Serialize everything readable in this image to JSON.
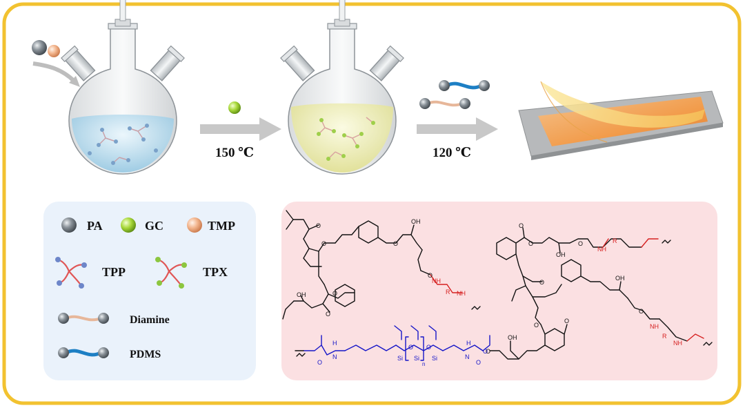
{
  "steps": [
    {
      "temperature": "150 ℃"
    },
    {
      "temperature": "120 ℃"
    }
  ],
  "legend": {
    "items": [
      {
        "label": "PA",
        "icon": "gray-sphere"
      },
      {
        "label": "GC",
        "icon": "green-sphere"
      },
      {
        "label": "TMP",
        "icon": "peach-sphere"
      },
      {
        "label": "TPP",
        "icon": "red-branched-molecule"
      },
      {
        "label": "TPX",
        "icon": "green-branched-molecule"
      },
      {
        "label": "Diamine",
        "icon": "peach-rod-dumbbell"
      },
      {
        "label": "PDMS",
        "icon": "blue-rod-dumbbell"
      }
    ]
  },
  "structure": {
    "atoms": {
      "O": "O",
      "OH": "OH",
      "NH": "NH",
      "R": "R",
      "Si": "Si",
      "H": "H",
      "N": "N",
      "n": "n"
    }
  },
  "colors": {
    "frame": "#f2c230",
    "legend_bg": "#eaf2fb",
    "structure_bg": "#fbe0e2",
    "arrow": "#c8c8c8",
    "red_atom": "#d62020",
    "blue_atom": "#1515c8",
    "film_orange": "#f59a45"
  }
}
